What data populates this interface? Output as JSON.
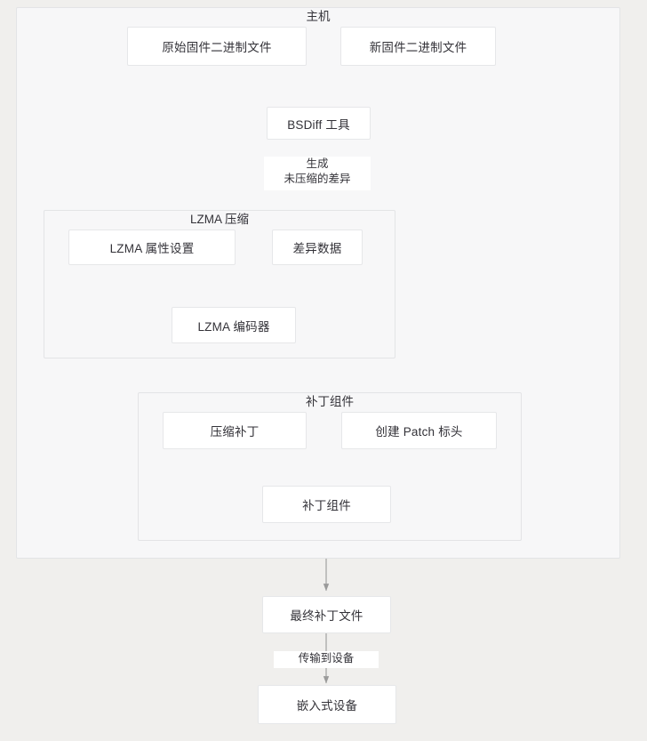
{
  "diagram": {
    "type": "flowchart",
    "direction": "top-to-bottom",
    "background_color": "#f0efed",
    "node_fill": "#ffffff",
    "node_border": "#e6e7e9",
    "cluster_fill": "#f7f7f8",
    "cluster_border": "#e3e4e6",
    "edge_color": "#9a9a9a",
    "text_color": "#333238"
  },
  "clusters": {
    "host": {
      "label": "主机"
    },
    "lzma": {
      "label": "LZMA 压缩"
    },
    "patch": {
      "label": "补丁组件"
    }
  },
  "nodes": {
    "original_firmware": {
      "label": "原始固件二进制文件"
    },
    "new_firmware": {
      "label": "新固件二进制文件"
    },
    "bsdiff_tool": {
      "label": "BSDiff 工具"
    },
    "lzma_props": {
      "label": "LZMA 属性设置"
    },
    "diff_data": {
      "label": "差异数据"
    },
    "lzma_encoder": {
      "label": "LZMA 编码器"
    },
    "compressed_patch": {
      "label": "压缩补丁"
    },
    "create_patch_header": {
      "label": "创建 Patch 标头"
    },
    "patch_components": {
      "label": "补丁组件"
    },
    "final_patch_file": {
      "label": "最终补丁文件"
    },
    "embedded_device": {
      "label": "嵌入式设备"
    }
  },
  "edge_labels": {
    "generate_uncompressed_diff": "生成\n未压缩的差异",
    "transfer_to_device": "传输到设备"
  },
  "edges": [
    {
      "from": "original_firmware",
      "to": "bsdiff_tool",
      "label": ""
    },
    {
      "from": "new_firmware",
      "to": "bsdiff_tool",
      "label": ""
    },
    {
      "from": "bsdiff_tool",
      "to": "diff_data",
      "label": "生成\n未压缩的差异"
    },
    {
      "from": "lzma_props",
      "to": "lzma_encoder",
      "label": ""
    },
    {
      "from": "diff_data",
      "to": "lzma_encoder",
      "label": ""
    },
    {
      "from": "lzma_encoder",
      "to": "compressed_patch",
      "label": ""
    },
    {
      "from": "compressed_patch",
      "to": "patch_components",
      "label": ""
    },
    {
      "from": "create_patch_header",
      "to": "patch_components",
      "label": ""
    },
    {
      "from": "patch_components",
      "to": "final_patch_file",
      "label": ""
    },
    {
      "from": "final_patch_file",
      "to": "embedded_device",
      "label": "传输到设备"
    }
  ]
}
